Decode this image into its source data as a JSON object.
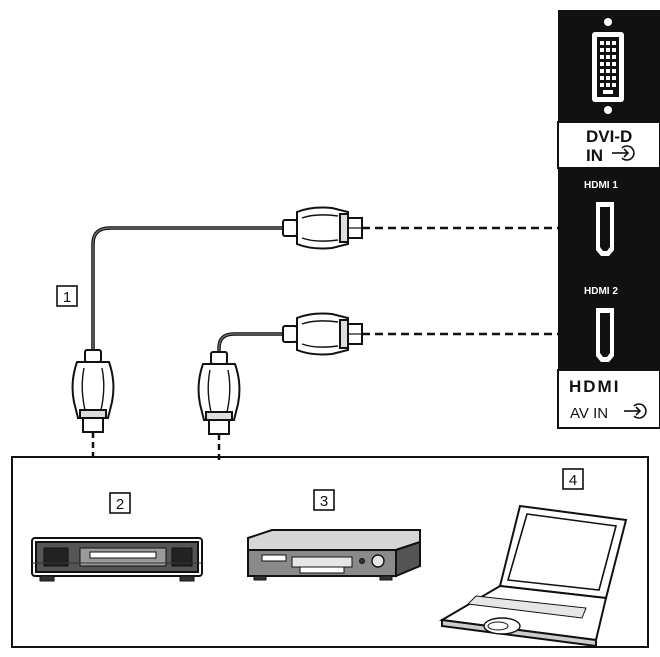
{
  "panel": {
    "dvi_label": "DVI-D",
    "dvi_in_label": "IN",
    "hdmi1_label": "HDMI 1",
    "hdmi2_label": "HDMI 2",
    "hdmi_logo": "HDMI",
    "av_in_label": "AV IN"
  },
  "callouts": {
    "cable": "1",
    "device_2": "2",
    "device_3": "3",
    "device_4": "4"
  },
  "icons": {
    "input_symbol": "input-arrow-icon"
  }
}
